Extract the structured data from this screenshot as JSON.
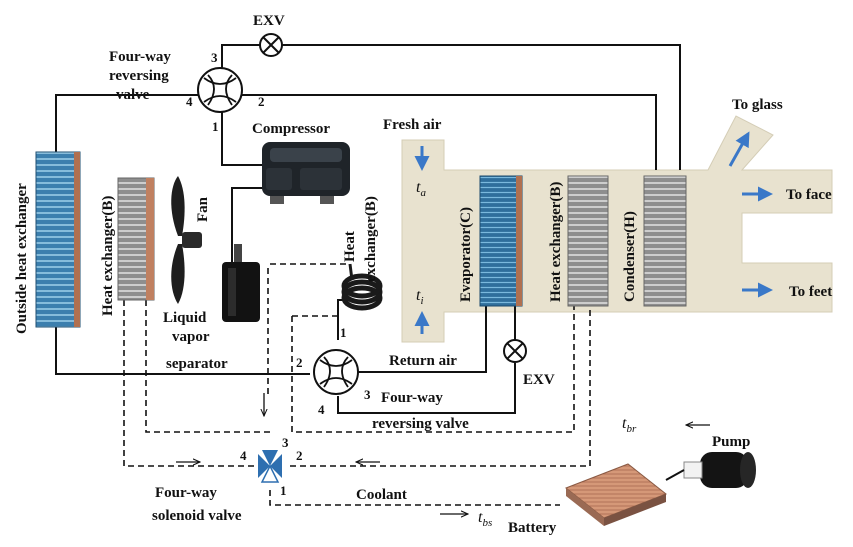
{
  "diagram": {
    "labels": {
      "exv_top": "EXV",
      "fourway_top_l1": "Four-way",
      "fourway_top_l2": "reversing",
      "fourway_top_l3": "valve",
      "compressor": "Compressor",
      "fan": "Fan",
      "outside_hx": "Outside heat exchanger",
      "heat_exchanger_b_left": "Heat exchanger(B)",
      "liquid_sep_l1": "Liquid",
      "liquid_sep_l2": "vapor",
      "liquid_sep_l3": "separator",
      "heat_exchanger_b_mid_l1": "Heat",
      "heat_exchanger_b_mid_l2": "exchanger(B)",
      "fresh_air": "Fresh air",
      "return_air": "Return air",
      "t_a": "t",
      "t_a_sub": "a",
      "t_i": "t",
      "t_i_sub": "i",
      "evaporator": "Evaporator(C)",
      "heat_exchanger_b_duct": "Heat exchanger(B)",
      "condenser": "Condenser(H)",
      "to_glass": "To glass",
      "to_face": "To face",
      "to_feet": "To feet",
      "exv_right": "EXV",
      "fourway_bot_l1": "Four-way",
      "fourway_bot_l2": "reversing valve",
      "t_br": "t",
      "t_br_sub": "br",
      "pump": "Pump",
      "solenoid_l1": "Four-way",
      "solenoid_l2": "solenoid valve",
      "coolant": "Coolant",
      "t_bs": "t",
      "t_bs_sub": "bs",
      "battery": "Battery"
    },
    "ports": {
      "top_3": "3",
      "top_4": "4",
      "top_2": "2",
      "top_1": "1",
      "bot_1": "1",
      "bot_2": "2",
      "bot_3": "3",
      "bot_4": "4",
      "sol_3": "3",
      "sol_4": "4",
      "sol_2": "2",
      "sol_1": "1"
    },
    "colors": {
      "duct": "#e8e2cf",
      "arrow_blue": "#3a78c8",
      "coil_blue": "#2f6e9c",
      "coil_gray": "#9a9a9a",
      "valve_blue": "#2e6fb0",
      "battery": "#c98a6a"
    }
  }
}
